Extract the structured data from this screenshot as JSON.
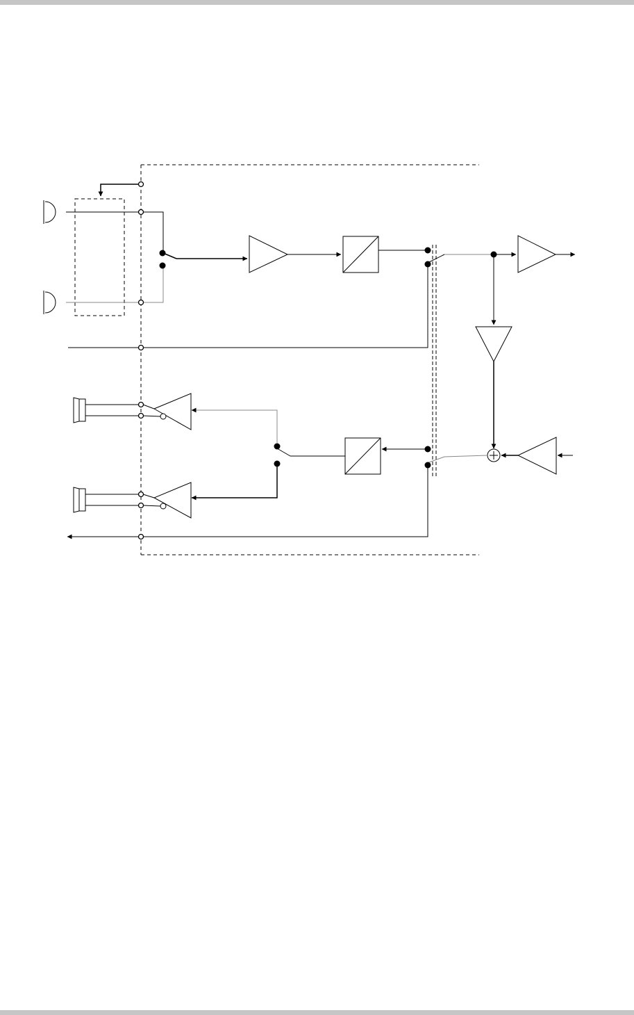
{
  "page": {
    "rule_color": "#c6c6c6",
    "background": "#ffffff"
  },
  "diagram": {
    "type": "block-diagram",
    "text_labels": [],
    "line_color": "#000000",
    "grey_line_color": "#888888",
    "boundary_style": "dashed",
    "components": [
      {
        "kind": "microphone",
        "id": "mic-1"
      },
      {
        "kind": "microphone",
        "id": "mic-2"
      },
      {
        "kind": "dashed-box",
        "id": "mic-select-box"
      },
      {
        "kind": "switch",
        "id": "mic-switch"
      },
      {
        "kind": "amplifier",
        "id": "input-amplifier"
      },
      {
        "kind": "converter",
        "id": "adc"
      },
      {
        "kind": "switch",
        "id": "output-switch"
      },
      {
        "kind": "amplifier",
        "id": "output-amplifier"
      },
      {
        "kind": "amplifier",
        "id": "sidetone-amplifier"
      },
      {
        "kind": "summing-junction",
        "id": "summing-node"
      },
      {
        "kind": "amplifier",
        "id": "receive-amplifier"
      },
      {
        "kind": "converter",
        "id": "dac"
      },
      {
        "kind": "switch",
        "id": "receive-switch"
      },
      {
        "kind": "switch",
        "id": "speaker-switch"
      },
      {
        "kind": "earpiece-driver",
        "id": "earpiece-driver-1"
      },
      {
        "kind": "earpiece-driver",
        "id": "earpiece-driver-2"
      },
      {
        "kind": "earpiece",
        "id": "earpiece-1"
      },
      {
        "kind": "earpiece",
        "id": "earpiece-2"
      }
    ]
  }
}
